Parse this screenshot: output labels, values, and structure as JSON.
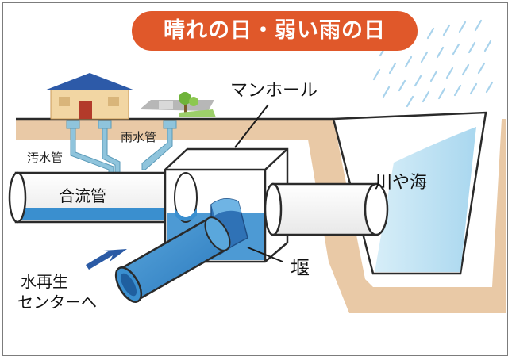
{
  "title": "晴れの日・弱い雨の日",
  "labels": {
    "manhole": "マンホール",
    "river_sea": "川や海",
    "combined_pipe": "合流管",
    "sewage_pipe": "汚水管",
    "rain_pipe": "雨水管",
    "weir": "堰",
    "to_plant_line1": "水再生",
    "to_plant_line2": "センターへ"
  },
  "colors": {
    "title_bg": "#e0582a",
    "water": "#3a8fcf",
    "pipe_branch": "#8fc4dc",
    "ground": "#e9c9a6",
    "river": "#bfe3f3",
    "rain": "#a9d3ec",
    "arrow": "#2a5aa5"
  },
  "icons": [
    "house-icon",
    "building-icon",
    "tree-icon",
    "rain-icon",
    "flow-arrow-icon"
  ]
}
